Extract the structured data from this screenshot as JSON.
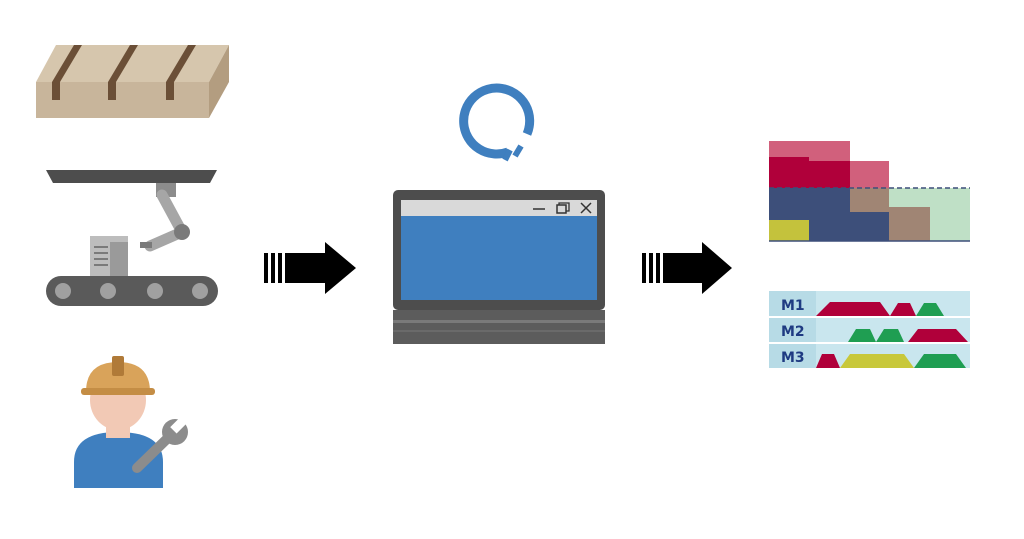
{
  "colors": {
    "box_face": "#c8b59b",
    "box_side": "#b39d80",
    "box_slot": "#6b4f37",
    "robot_gray": "#a6a6a6",
    "robot_dark": "#7a7a7a",
    "belt": "#5a5a5a",
    "belt_roller": "#a0a0a0",
    "helmet": "#d9a35a",
    "skin": "#f2c9b5",
    "shirt": "#3f7fbf",
    "wrench": "#8c8c8c",
    "arrow": "#000000",
    "spinner": "#3f7fbf",
    "laptop_frame": "#4d4d4d",
    "laptop_base": "#5c5c5c",
    "laptop_screen": "#3f7fbf",
    "laptop_titlebar": "#d9d9d9",
    "stack_pink": "#d1607c",
    "stack_crimson": "#b0003a",
    "stack_navy": "#3d4f7a",
    "stack_brown": "#a08574",
    "stack_mint": "#bfe0c6",
    "stack_olive": "#c4c23c",
    "gantt_bg": "#c9e6ee",
    "gantt_label_bg": "#b7dbe6",
    "gantt_label_text": "#1f3b82",
    "gantt_crimson": "#b0003a",
    "gantt_green": "#1f9e52",
    "gantt_yellow": "#c8c83a"
  },
  "icons": {
    "inputs": [
      "cardboard-boxes-icon",
      "robot-arm-conveyor-icon",
      "worker-with-wrench-icon"
    ],
    "arrows": [
      "right-arrow-icon",
      "right-arrow-icon"
    ],
    "processing": [
      "loading-spinner-icon",
      "laptop-icon"
    ],
    "window_controls": [
      "minimize-icon",
      "restore-icon",
      "close-icon"
    ],
    "outputs": [
      "stacked-load-chart-icon",
      "gantt-schedule-icon"
    ]
  },
  "gantt": {
    "rows": [
      {
        "label": "M1"
      },
      {
        "label": "M2"
      },
      {
        "label": "M3"
      }
    ]
  }
}
